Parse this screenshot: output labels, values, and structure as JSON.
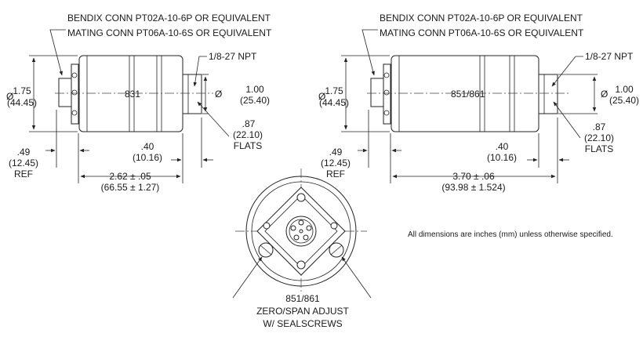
{
  "left_view": {
    "connector_line1": "BENDIX CONN PT02A-10-6P OR EQUIVALENT",
    "connector_line2": "MATING CONN PT06A-10-6S OR EQUIVALENT",
    "model": "831",
    "thread": "1/8-27 NPT",
    "dia_symbol_left": "Ø",
    "dia_left_in": "1.75",
    "dia_left_mm": "(44.45)",
    "dia_symbol_right": "Ø",
    "dia_right_in": "1.00",
    "dia_right_mm": "(25.40)",
    "flats_in": ".87",
    "flats_mm": "(22.10)",
    "flats_label": "FLATS",
    "ref_in": ".49",
    "ref_mm": "(12.45)",
    "ref_label": "REF",
    "port_in": ".40",
    "port_mm": "(10.16)",
    "length_in": "2.62 ± .05",
    "length_mm": "(66.55 ± 1.27)"
  },
  "right_view": {
    "connector_line1": "BENDIX CONN PT02A-10-6P OR EQUIVALENT",
    "connector_line2": "MATING CONN PT06A-10-6S OR EQUIVALENT",
    "model": "851/861",
    "thread": "1/8-27 NPT",
    "dia_symbol_left": "Ø",
    "dia_left_in": "1.75",
    "dia_left_mm": "(44.45)",
    "dia_symbol_right": "Ø",
    "dia_right_in": "1.00",
    "dia_right_mm": "(25.40)",
    "flats_in": ".87",
    "flats_mm": "(22.10)",
    "flats_label": "FLATS",
    "ref_in": ".49",
    "ref_mm": "(12.45)",
    "ref_label": "REF",
    "port_in": ".40",
    "port_mm": "(10.16)",
    "length_in": "3.70 ± .06",
    "length_mm": "(93.98 ± 1.524)"
  },
  "end_view": {
    "model": "851/861",
    "adjust_line1": "ZERO/SPAN ADJUST",
    "adjust_line2": "W/ SEALSCREWS"
  },
  "footnote": "All dimensions are inches (mm) unless otherwise specified."
}
